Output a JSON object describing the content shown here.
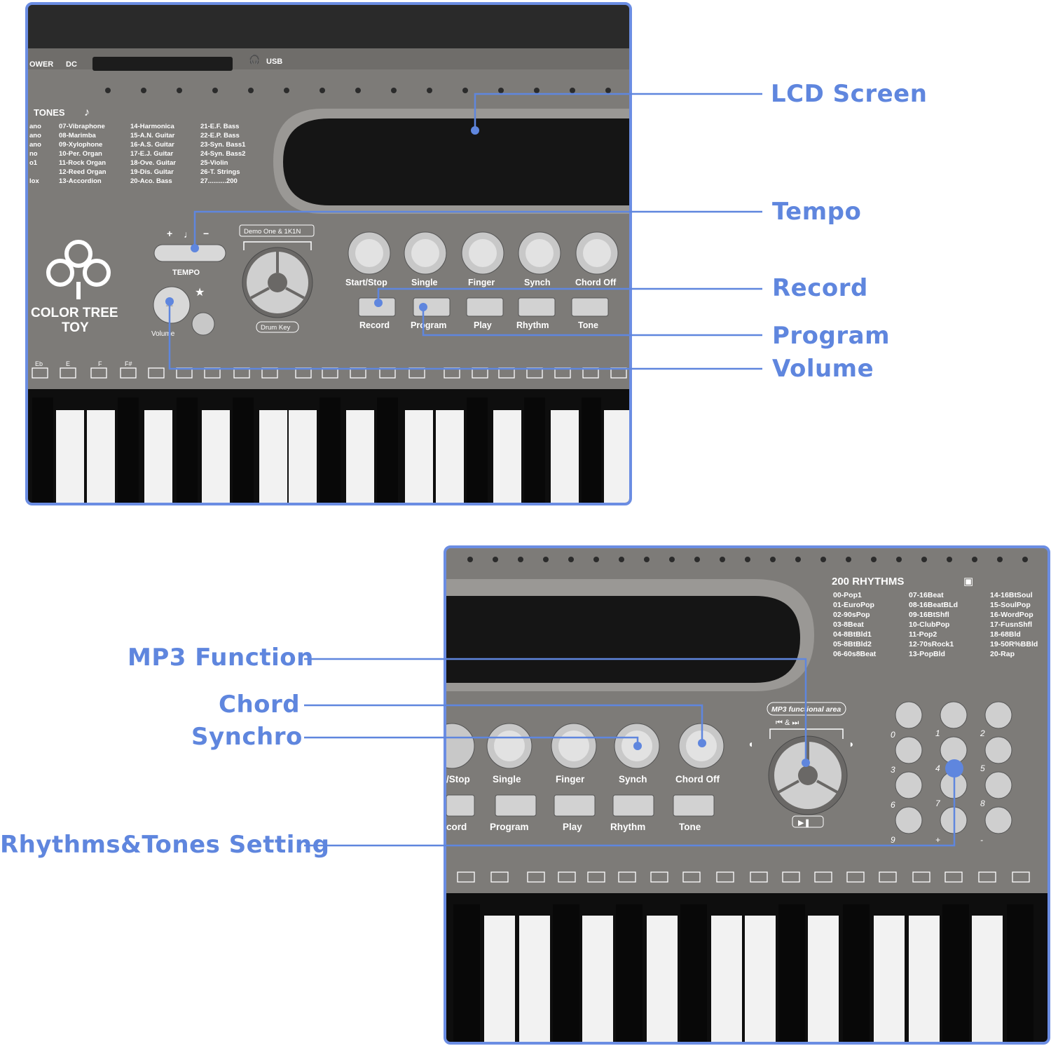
{
  "callouts": {
    "lcd_screen": "LCD Screen",
    "tempo": "Tempo",
    "record": "Record",
    "program": "Program",
    "volume": "Volume",
    "mp3_function": "MP3 Function",
    "chord": "Chord",
    "synchro": "Synchro",
    "rhythms_tones_setting": "Rhythms&Tones Setting"
  },
  "top_panel": {
    "power_label": "OWER",
    "dc_label": "DC",
    "usb_label": "USB",
    "tones_heading": "TONES",
    "tone_list": [
      [
        "ano",
        "07-Vibraphone",
        "14-Harmonica",
        "21-E.F. Bass"
      ],
      [
        "ano",
        "08-Marimba",
        "15-A.N. Guitar",
        "22-E.P. Bass"
      ],
      [
        "ano",
        "09-Xylophone",
        "16-A.S. Guitar",
        "23-Syn. Bass1"
      ],
      [
        "no",
        "10-Per. Organ",
        "17-E.J. Guitar",
        "24-Syn. Bass2"
      ],
      [
        "o1",
        "11-Rock Organ",
        "18-Ove. Guitar",
        "25-Violin"
      ],
      [
        "",
        "12-Reed Organ",
        "19-Dis. Guitar",
        "26-T. Strings"
      ],
      [
        "lox",
        "13-Accordion",
        "20-Aco. Bass",
        "27..........200"
      ]
    ],
    "brand_line1": "COLOR TREE",
    "brand_line2": "TOY",
    "tempo_label": "TEMPO",
    "tempo_plus": "+",
    "tempo_minus": "−",
    "volume_label": "Volume",
    "demo_label": "Demo One & 1K1N",
    "drum_key_label": "Drum Key",
    "round_buttons": [
      "Start/Stop",
      "Single",
      "Finger",
      "Synch",
      "Chord Off"
    ],
    "rect_buttons": [
      "Record",
      "Program",
      "Play",
      "Rhythm",
      "Tone"
    ],
    "note_labels": [
      "Eb",
      "E",
      "F",
      "F#"
    ]
  },
  "bottom_panel": {
    "rhythms_heading": "200 RHYTHMS",
    "rhythm_list": [
      [
        "00-Pop1",
        "07-16Beat",
        "14-16BtSoul"
      ],
      [
        "01-EuroPop",
        "08-16BeatBLd",
        "15-SoulPop"
      ],
      [
        "02-90sPop",
        "09-16BtShfl",
        "16-WordPop"
      ],
      [
        "03-8Beat",
        "10-ClubPop",
        "17-FusnShfl"
      ],
      [
        "04-8BtBld1",
        "11-Pop2",
        "18-68Bld"
      ],
      [
        "05-8BtBld2",
        "12-70sRock1",
        "19-50R%BBld"
      ],
      [
        "06-60s8Beat",
        "13-PopBld",
        "20-Rap"
      ]
    ],
    "mp3_area_label": "MP3 functional area",
    "mp3_transport": "⏮ & ⏭",
    "round_buttons": [
      "/Stop",
      "Single",
      "Finger",
      "Synch",
      "Chord Off"
    ],
    "rect_buttons": [
      "cord",
      "Program",
      "Play",
      "Rhythm",
      "Tone"
    ],
    "keypad_digits": [
      "0",
      "1",
      "2",
      "3",
      "4",
      "5",
      "6",
      "7",
      "8",
      "9",
      "+",
      "-"
    ]
  },
  "colors": {
    "accent": "#5f86de",
    "frame": "#6b8de3",
    "panel": "#7d7b78",
    "lcd": "#1a1a1a",
    "button": "#dcdcdc"
  }
}
